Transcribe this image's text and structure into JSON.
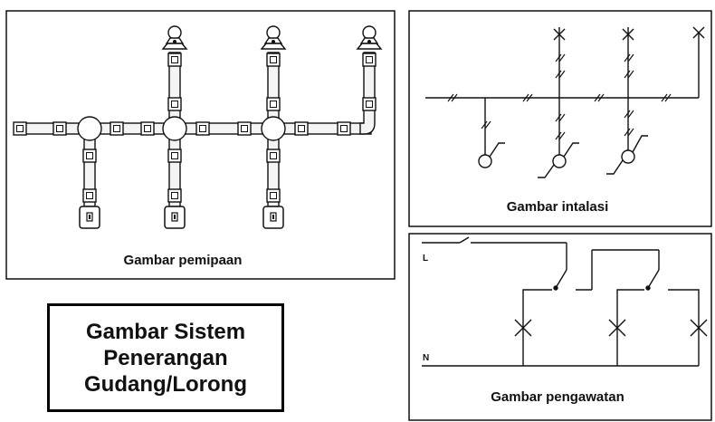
{
  "panels": {
    "piping": {
      "caption": "Gambar pemipaan"
    },
    "installation": {
      "caption": "Gambar intalasi"
    },
    "wiring": {
      "caption": "Gambar pengawatan",
      "label_l": "L",
      "label_n": "N"
    }
  },
  "main_title": {
    "line1": "Gambar Sistem",
    "line2": "Penerangan",
    "line3": "Gudang/Lorong"
  },
  "colors": {
    "line": "#111111",
    "background": "#ffffff",
    "pipe_fill": "#f4f4f4"
  }
}
